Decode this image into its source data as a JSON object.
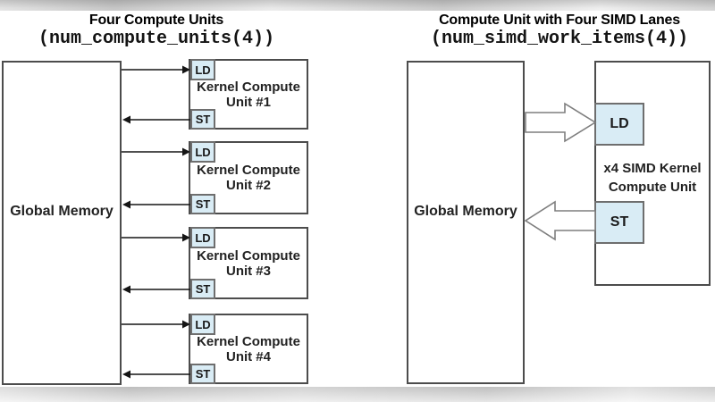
{
  "left": {
    "title": "Four Compute Units",
    "subtitle": "(num_compute_units(4))",
    "memory_label": "Global Memory",
    "ld_label": "LD",
    "st_label": "ST",
    "units": [
      {
        "line1": "Kernel Compute",
        "line2": "Unit #1"
      },
      {
        "line1": "Kernel Compute",
        "line2": "Unit #2"
      },
      {
        "line1": "Kernel Compute",
        "line2": "Unit #3"
      },
      {
        "line1": "Kernel Compute",
        "line2": "Unit #4"
      }
    ]
  },
  "right": {
    "title": "Compute Unit with Four SIMD Lanes",
    "subtitle": "(num_simd_work_items(4))",
    "memory_label": "Global Memory",
    "ld_label": "LD",
    "st_label": "ST",
    "unit": {
      "line1": "x4 SIMD Kernel",
      "line2": "Compute Unit"
    }
  },
  "colors": {
    "ldst_fill": "#d9ecf5",
    "box_border": "#4c4c4c",
    "ldst_border": "#6e6e6e",
    "arrow": "#151515",
    "block_arrow_outline": "#7e7e7e"
  }
}
